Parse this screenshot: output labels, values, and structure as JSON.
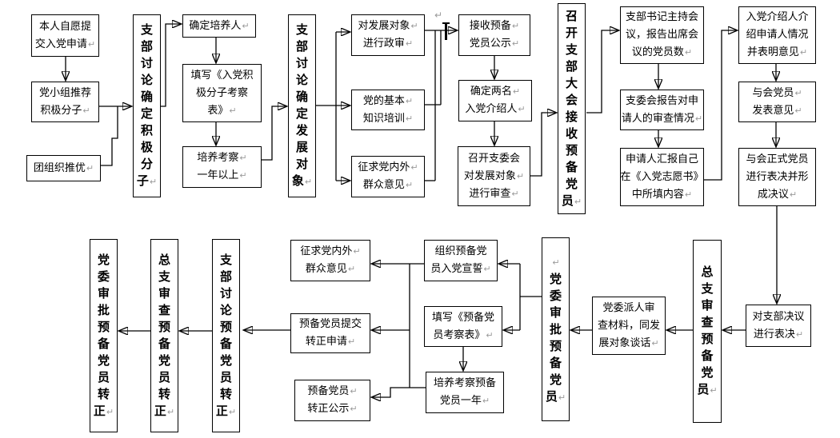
{
  "diagram": {
    "type": "flowchart",
    "colors": {
      "background": "#ffffff",
      "box_border": "#000000",
      "connector_line": "#000000",
      "text": "#000000",
      "linebreak_mark": "#9a9a9a"
    },
    "artifacts": {
      "stray_linebreak": "↵",
      "text_cursor": "|"
    },
    "nodes": [
      {
        "id": "a1",
        "text": "本人自愿提交入党申请",
        "lines": [
          "本人自愿提",
          "交入党申请↵"
        ]
      },
      {
        "id": "a2",
        "text": "党小组推荐积极分子",
        "lines": [
          "党小组推荐",
          "积极分子↵"
        ]
      },
      {
        "id": "a3",
        "text": "团组织推优",
        "lines": [
          "团组织推优↵"
        ]
      },
      {
        "id": "b",
        "text": "支部讨论确定积极分子",
        "lines": [
          "支",
          "部",
          "讨",
          "论",
          "确",
          "定",
          "积",
          "极",
          "分",
          "子↵"
        ]
      },
      {
        "id": "c1",
        "text": "确定培养人",
        "lines": [
          "确定培养人↵"
        ]
      },
      {
        "id": "c2",
        "text": "填写《入党积极分子考察表》",
        "lines": [
          "填写《入党积",
          "极分子考察",
          "表》↵"
        ]
      },
      {
        "id": "c3",
        "text": "培养考察一年以上",
        "lines": [
          "培养考察↵",
          "一年以上↵"
        ]
      },
      {
        "id": "d",
        "text": "支部讨论确定发展对象",
        "lines": [
          "支",
          "部",
          "讨",
          "论",
          "确",
          "定",
          "发",
          "展",
          "对",
          "象↵"
        ]
      },
      {
        "id": "e1",
        "text": "对发展对象进行政审",
        "lines": [
          "对发展对象↵",
          "进行政审↵"
        ]
      },
      {
        "id": "e2",
        "text": "党的基本知识培训",
        "lines": [
          "党的基本↵",
          "知识培训↵"
        ]
      },
      {
        "id": "e3",
        "text": "征求党内外群众意见",
        "lines": [
          "征求党内外↵",
          "群众意见↵"
        ]
      },
      {
        "id": "f1",
        "text": "接收预备党员公示",
        "lines": [
          "接收预备↵",
          "党员公示↵"
        ]
      },
      {
        "id": "f2",
        "text": "确定两名入党介绍人",
        "lines": [
          "确定两名↵",
          "入党介绍人↵"
        ]
      },
      {
        "id": "f3",
        "text": "召开支委会对发展对象进行审查",
        "lines": [
          "召开支委会",
          "对发展对象↵",
          "进行审查↵"
        ]
      },
      {
        "id": "g",
        "text": "召开支部大会接收预备党员",
        "lines": [
          "召",
          "开",
          "支",
          "部",
          "大",
          "会",
          "接",
          "收",
          "预",
          "备",
          "党",
          "员↵"
        ]
      },
      {
        "id": "h1",
        "text": "支部书记主持会议，报告出席会议的党员数",
        "lines": [
          "支部书记主持会",
          "议，报告出席会",
          "议的党员数↵"
        ]
      },
      {
        "id": "h2",
        "text": "支委会报告对申请人的审查情况",
        "lines": [
          "支委会报告对申",
          "请人的审查情况↵"
        ]
      },
      {
        "id": "h3",
        "text": "申请人汇报自己在《入党志愿书》中所填内容",
        "lines": [
          "申请人汇报自己",
          "在《入党志愿书》",
          "中所填内容↵"
        ]
      },
      {
        "id": "i1",
        "text": "入党介绍人介绍申请人情况并表明意见",
        "lines": [
          "入党介绍人介",
          "绍申请人情况",
          "并表明意见↵"
        ]
      },
      {
        "id": "i2",
        "text": "与会党员发表意见",
        "lines": [
          "与会党员↵",
          "发表意见↵"
        ]
      },
      {
        "id": "i3",
        "text": "与会正式党员进行表决并形成决议",
        "lines": [
          "与会正式党员",
          "进行表决并形",
          "成决议↵"
        ]
      },
      {
        "id": "j",
        "text": "对支部决议进行表决",
        "lines": [
          "对支部决议",
          "进行表决↵"
        ]
      },
      {
        "id": "k",
        "text": "总支审查预备党员",
        "lines": [
          "总",
          "支",
          "审",
          "查",
          "预",
          "备",
          "党",
          "员↵"
        ]
      },
      {
        "id": "m",
        "text": "党委派人审查材料，同发展对象谈话",
        "lines": [
          "党委派人审",
          "查材料，同发",
          "展对象谈话↵"
        ]
      },
      {
        "id": "n",
        "text": "党委审批预备党员",
        "lines": [
          "↵",
          "党",
          "委",
          "审",
          "批",
          "预",
          "备",
          "党",
          "员↵"
        ]
      },
      {
        "id": "l1",
        "text": "组织预备党员入党宣誓",
        "lines": [
          "组织预备党",
          "员入党宣誓↵"
        ]
      },
      {
        "id": "l2",
        "text": "填写《预备党员考察表》",
        "lines": [
          "填写《预备党",
          "员考察表》↵"
        ]
      },
      {
        "id": "l3",
        "text": "培养考察预备党员一年",
        "lines": [
          "培养考察预备",
          "党员一年↵"
        ]
      },
      {
        "id": "o1",
        "text": "征求党内外群众意见",
        "lines": [
          "征求党内外↵",
          "群众意见↵"
        ]
      },
      {
        "id": "o2",
        "text": "预备党员提交转正申请",
        "lines": [
          "预备党员提交",
          "转正申请↵"
        ]
      },
      {
        "id": "o3",
        "text": "预备党员转正公示",
        "lines": [
          "预备党员↵",
          "转正公示↵"
        ]
      },
      {
        "id": "p",
        "text": "支部讨论预备党员转正",
        "lines": [
          "支",
          "部",
          "讨",
          "论",
          "预",
          "备",
          "党",
          "员",
          "转",
          "正↵"
        ]
      },
      {
        "id": "q",
        "text": "总支审查预备党员转正",
        "lines": [
          "总",
          "支",
          "审",
          "查",
          "预",
          "备",
          "党",
          "员",
          "转",
          "正↵"
        ]
      },
      {
        "id": "r",
        "text": "党委审批预备党员转正",
        "lines": [
          "党",
          "委",
          "审",
          "批",
          "预",
          "备",
          "党",
          "员",
          "转",
          "正↵"
        ]
      }
    ]
  }
}
